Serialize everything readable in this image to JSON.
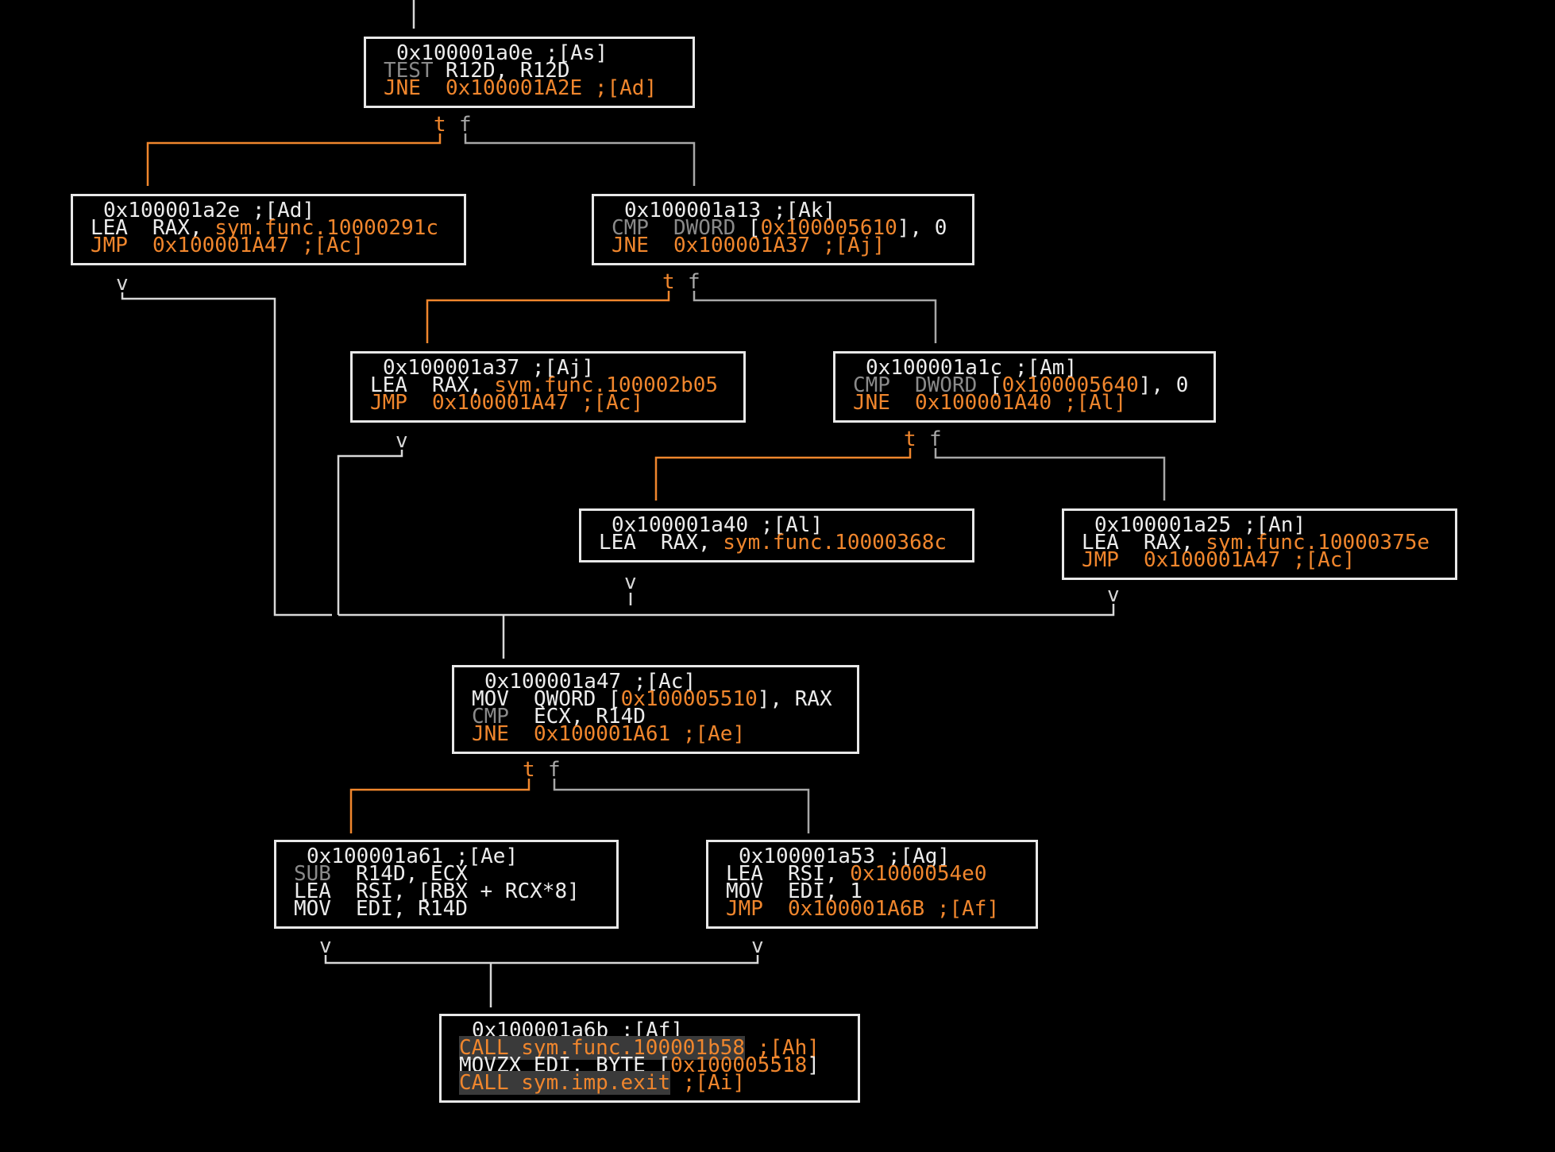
{
  "colors": {
    "background": "#000000",
    "text": "#ececec",
    "accent_orange": "#f0862d",
    "dim_gray": "#8a8a8a",
    "edge_gray": "#a8a8a8",
    "highlight_bg": "#3a3a3a"
  },
  "nodes": [
    {
      "id": "As",
      "header": "0x100001a0e ;[As]",
      "lines": [
        {
          "op": "TEST",
          "tone": "dim",
          "args": [
            {
              "t": "R12D, R12D"
            }
          ]
        },
        {
          "op": "JNE",
          "tone": "orange",
          "args": [
            {
              "t": "0x100001A2E ;[Ad]",
              "c": "o"
            }
          ]
        }
      ]
    },
    {
      "id": "Ad",
      "header": "0x100001a2e ;[Ad]",
      "lines": [
        {
          "op": "LEA",
          "tone": "plain",
          "args": [
            {
              "t": "RAX, "
            },
            {
              "t": "sym.func.10000291c",
              "c": "o"
            }
          ]
        },
        {
          "op": "JMP",
          "tone": "orange",
          "args": [
            {
              "t": "0x100001A47 ;[Ac]",
              "c": "o"
            }
          ]
        }
      ]
    },
    {
      "id": "Ak",
      "header": "0x100001a13 ;[Ak]",
      "lines": [
        {
          "op": "CMP",
          "tone": "dim",
          "args": [
            {
              "t": "DWORD",
              "c": "d"
            },
            {
              "t": " ["
            },
            {
              "t": "0x100005610",
              "c": "o"
            },
            {
              "t": "], 0"
            }
          ]
        },
        {
          "op": "JNE",
          "tone": "orange",
          "args": [
            {
              "t": "0x100001A37 ;[Aj]",
              "c": "o"
            }
          ]
        }
      ]
    },
    {
      "id": "Aj",
      "header": "0x100001a37 ;[Aj]",
      "lines": [
        {
          "op": "LEA",
          "tone": "plain",
          "args": [
            {
              "t": "RAX, "
            },
            {
              "t": "sym.func.100002b05",
              "c": "o"
            }
          ]
        },
        {
          "op": "JMP",
          "tone": "orange",
          "args": [
            {
              "t": "0x100001A47 ;[Ac]",
              "c": "o"
            }
          ]
        }
      ]
    },
    {
      "id": "Am",
      "header": "0x100001a1c ;[Am]",
      "lines": [
        {
          "op": "CMP",
          "tone": "dim",
          "args": [
            {
              "t": "DWORD",
              "c": "d"
            },
            {
              "t": " ["
            },
            {
              "t": "0x100005640",
              "c": "o"
            },
            {
              "t": "], 0"
            }
          ]
        },
        {
          "op": "JNE",
          "tone": "orange",
          "args": [
            {
              "t": "0x100001A40 ;[Al]",
              "c": "o"
            }
          ]
        }
      ]
    },
    {
      "id": "Al",
      "header": "0x100001a40 ;[Al]",
      "lines": [
        {
          "op": "LEA",
          "tone": "plain",
          "args": [
            {
              "t": "RAX, "
            },
            {
              "t": "sym.func.10000368c",
              "c": "o"
            }
          ]
        }
      ]
    },
    {
      "id": "An",
      "header": "0x100001a25 ;[An]",
      "lines": [
        {
          "op": "LEA",
          "tone": "plain",
          "args": [
            {
              "t": "RAX, "
            },
            {
              "t": "sym.func.10000375e",
              "c": "o"
            }
          ]
        },
        {
          "op": "JMP",
          "tone": "orange",
          "args": [
            {
              "t": "0x100001A47 ;[Ac]",
              "c": "o"
            }
          ]
        }
      ]
    },
    {
      "id": "Ac",
      "header": "0x100001a47 ;[Ac]",
      "lines": [
        {
          "op": "MOV",
          "tone": "plain",
          "args": [
            {
              "t": "QWORD ["
            },
            {
              "t": "0x100005510",
              "c": "o"
            },
            {
              "t": "], RAX"
            }
          ]
        },
        {
          "op": "CMP",
          "tone": "dim",
          "args": [
            {
              "t": "ECX, R14D"
            }
          ]
        },
        {
          "op": "JNE",
          "tone": "orange",
          "args": [
            {
              "t": "0x100001A61 ;[Ae]",
              "c": "o"
            }
          ]
        }
      ]
    },
    {
      "id": "Ae",
      "header": "0x100001a61 ;[Ae]",
      "lines": [
        {
          "op": "SUB",
          "tone": "dim",
          "args": [
            {
              "t": "R14D, ECX"
            }
          ]
        },
        {
          "op": "LEA",
          "tone": "plain",
          "args": [
            {
              "t": "RSI, [RBX + RCX*8]"
            }
          ]
        },
        {
          "op": "MOV",
          "tone": "plain",
          "args": [
            {
              "t": "EDI, R14D"
            }
          ]
        }
      ]
    },
    {
      "id": "Ag",
      "header": "0x100001a53 ;[Ag]",
      "lines": [
        {
          "op": "LEA",
          "tone": "plain",
          "args": [
            {
              "t": "RSI, "
            },
            {
              "t": "0x1000054e0",
              "c": "o"
            }
          ]
        },
        {
          "op": "MOV",
          "tone": "plain",
          "args": [
            {
              "t": "EDI, 1"
            }
          ]
        },
        {
          "op": "JMP",
          "tone": "orange",
          "args": [
            {
              "t": "0x100001A6B ;[Af]",
              "c": "o"
            }
          ]
        }
      ]
    },
    {
      "id": "Af",
      "header": "0x100001a6b ;[Af]",
      "lines": [
        {
          "raw": [
            {
              "t": "CALL sym.func.100001b58",
              "c": "o",
              "hl": true
            },
            {
              "t": " ;[Ah]",
              "c": "o"
            }
          ]
        },
        {
          "raw": [
            {
              "t": "MOVZX EDI, BYTE ["
            },
            {
              "t": "0x100005518",
              "c": "o"
            },
            {
              "t": "]"
            }
          ]
        },
        {
          "raw": [
            {
              "t": "CALL sym.imp.exit",
              "c": "o",
              "hl": true
            },
            {
              "t": " ;[Ai]",
              "c": "o"
            }
          ]
        }
      ]
    }
  ],
  "edge_labels": {
    "true_label": "t",
    "false_label": "f",
    "join_label": "v"
  }
}
